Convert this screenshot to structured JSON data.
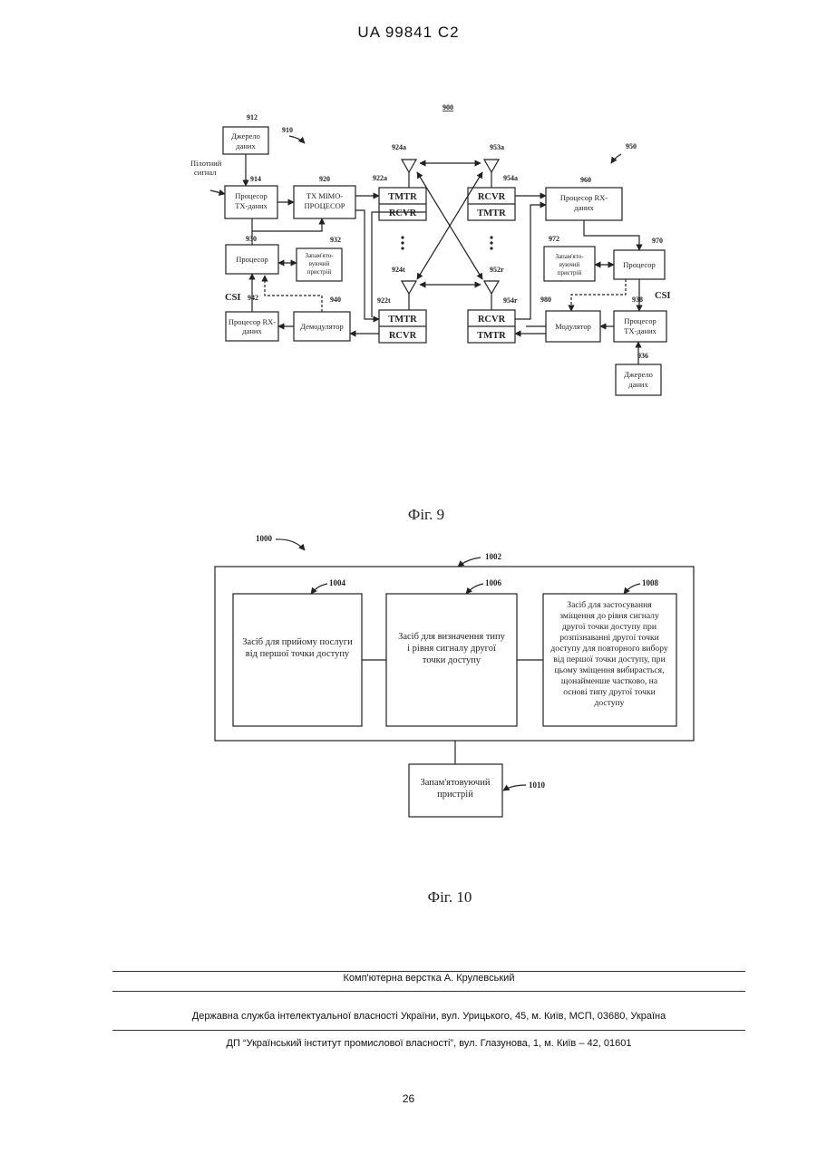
{
  "header": {
    "doc_id": "UA   99841   C2"
  },
  "fig9": {
    "caption": "Фіг. 9",
    "ref_900": "900",
    "ref_910": "910",
    "ref_950": "950",
    "src912": {
      "num": "912",
      "line1": "Джерело",
      "line2": "даних"
    },
    "pilot": {
      "line1": "Пілотний",
      "line2": "сигнал"
    },
    "txproc914": {
      "num": "914",
      "line1": "Процесор",
      "line2": "ТХ-даних"
    },
    "mimo920": {
      "num": "920",
      "line1": "ТХ МІМО-",
      "line2": "ПРОЦЕСОР"
    },
    "proc930": {
      "num": "930",
      "label": "Процесор"
    },
    "mem932": {
      "num": "932",
      "line1": "Запам'ято-",
      "line2": "вуючий",
      "line3": "пристрій"
    },
    "csi_left": "CSI",
    "rxproc942": {
      "num": "942",
      "line1": "Процесор RX-",
      "line2": "даних"
    },
    "demod940": {
      "num": "940",
      "label": "Демодулятор"
    },
    "ant924a": "924a",
    "ant924t": "924t",
    "ant953a": "953a",
    "ant952r": "952r",
    "tr922a": {
      "num": "922a",
      "top": "TMTR",
      "bottom": "RCVR"
    },
    "tr922t": {
      "num": "922t",
      "top": "TMTR",
      "bottom": "RCVR"
    },
    "tr954a": {
      "num": "954a",
      "top": "RCVR",
      "bottom": "TMTR"
    },
    "tr954r": {
      "num": "954r",
      "top": "RCVR",
      "bottom": "TMTR"
    },
    "rxproc960": {
      "num": "960",
      "line1": "Процесор RX-",
      "line2": "даних"
    },
    "mem972": {
      "num": "972",
      "line1": "Запам'ято-",
      "line2": "вуючий",
      "line3": "пристрій"
    },
    "proc970": {
      "num": "970",
      "label": "Процесор"
    },
    "mod980": {
      "num": "980",
      "label": "Модулятор"
    },
    "txproc938": {
      "num": "938",
      "line1": "Процесор",
      "line2": "ТХ-даних"
    },
    "csi_right": "CSI",
    "src936": {
      "num": "936",
      "line1": "Джерело",
      "line2": "даних"
    }
  },
  "fig10": {
    "caption": "Фіг. 10",
    "ref_1000": "1000",
    "ref_1002": "1002",
    "box1004": {
      "num": "1004",
      "lines": [
        "Засіб для прийому послуги",
        "від першої точки доступу"
      ]
    },
    "box1006": {
      "num": "1006",
      "lines": [
        "Засіб для визначення типу",
        "і рівня сигналу другої",
        "точки доступу"
      ]
    },
    "box1008": {
      "num": "1008",
      "lines": [
        "Засіб для застосування",
        "зміщення до рівня сигналу",
        "другої точки доступу при",
        "розпізнаванні другої точки",
        "доступу для повторного вибору",
        "від першої точки доступу, при",
        "цьому зміщення вибирається,",
        "щонайменше частково, на",
        "основі типу другої точки",
        "доступу"
      ]
    },
    "mem1010": {
      "num": "1010",
      "line1": "Запам'ятовуючий",
      "line2": "пристрій"
    }
  },
  "footer": {
    "line1": "Комп'ютерна верстка А. Крулевський",
    "line2": "Державна служба інтелектуальної власності України, вул. Урицького, 45, м. Київ, МСП, 03680, Україна",
    "line3": "ДП “Український інститут промислової власності”, вул. Глазунова, 1, м. Київ – 42, 01601"
  },
  "page_number": "26"
}
